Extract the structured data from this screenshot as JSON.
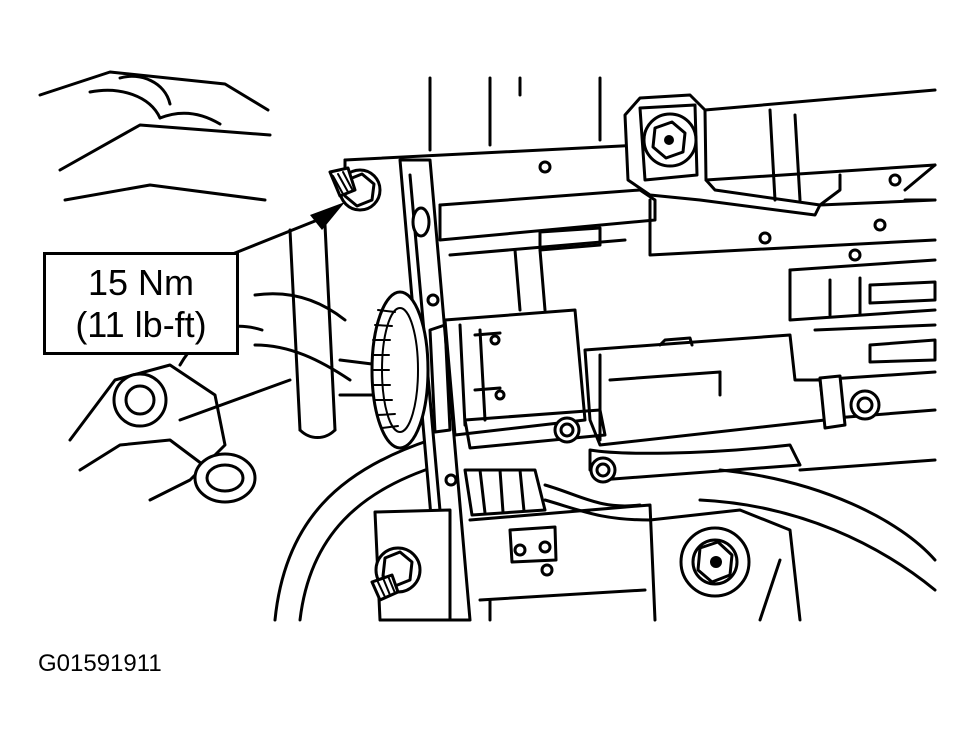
{
  "callout": {
    "torque_nm": "15 Nm",
    "torque_lbft": "(11 lb-ft)"
  },
  "figure_id": "G01591911",
  "colors": {
    "ink": "#000000",
    "paper": "#ffffff"
  }
}
